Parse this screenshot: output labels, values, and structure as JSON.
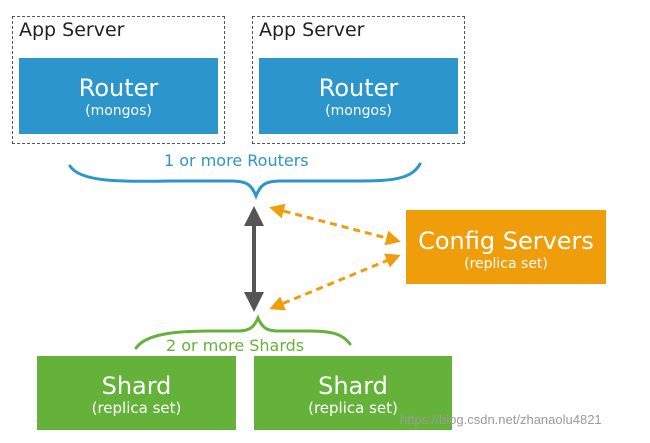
{
  "app_servers": [
    {
      "label": "App Server",
      "router": {
        "title": "Router",
        "subtitle": "(mongos)"
      }
    },
    {
      "label": "App Server",
      "router": {
        "title": "Router",
        "subtitle": "(mongos)"
      }
    }
  ],
  "routers_caption": "1 or more Routers",
  "config": {
    "title": "Config Servers",
    "subtitle": "(replica set)"
  },
  "shards_caption": "2 or more Shards",
  "shards": [
    {
      "title": "Shard",
      "subtitle": "(replica set)"
    },
    {
      "title": "Shard",
      "subtitle": "(replica set)"
    }
  ],
  "watermark": "https://blog.csdn.net/zhanaolu4821",
  "colors": {
    "router": "#2b95cc",
    "config": "#ef9d0a",
    "shard": "#65b23a",
    "arrow": "#555555"
  }
}
